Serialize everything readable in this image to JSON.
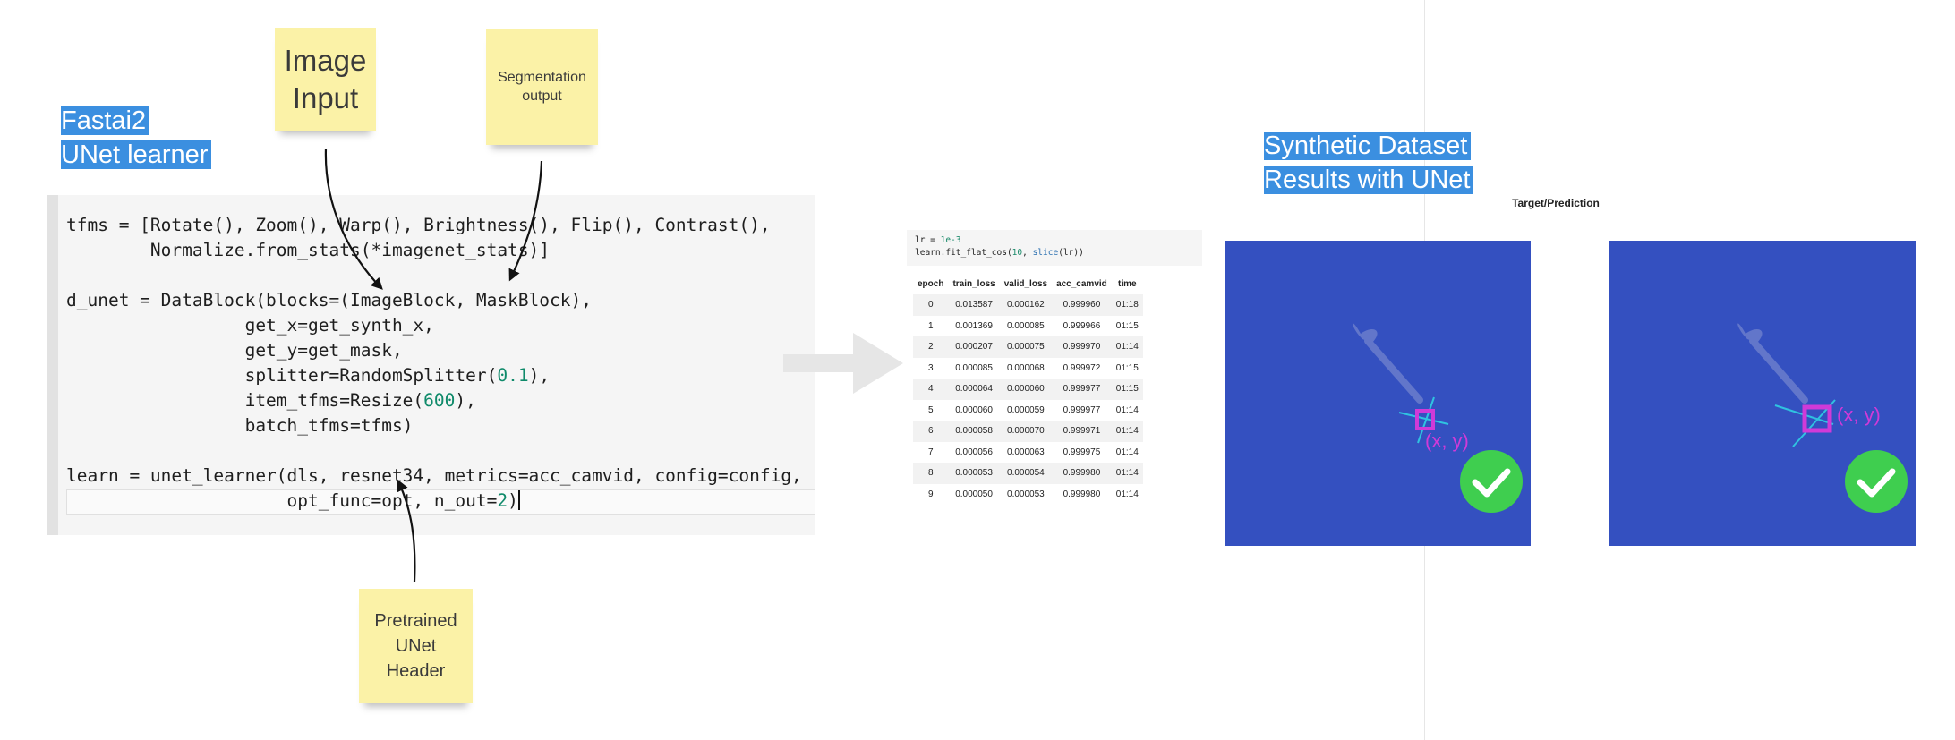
{
  "titles": {
    "left_line1": "Fastai2",
    "left_line2": "UNet learner",
    "right_line1": "Synthetic Dataset",
    "right_line2": "Results with UNet"
  },
  "stickies": {
    "image_input": "Image\nInput",
    "segmentation_output": "Segmentation\noutput",
    "pretrained_header": "Pretrained\nUNet\nHeader"
  },
  "code": {
    "line1": "tfms = [Rotate(), Zoom(), Warp(), Brightness(), Flip(), Contrast(),",
    "line2": "        Normalize.from_stats(*imagenet_stats)]",
    "line3": "d_unet = DataBlock(blocks=(ImageBlock, MaskBlock),",
    "line4": "                 get_x=get_synth_x,",
    "line5": "                 get_y=get_mask,",
    "line6a": "                 splitter=RandomSplitter(",
    "line6num": "0.1",
    "line6b": "),",
    "line7a": "                 item_tfms=Resize(",
    "line7num": "600",
    "line7b": "),",
    "line8": "                 batch_tfms=tfms)",
    "line9": "learn = unet_learner(dls, resnet34, metrics=acc_camvid, config=config,",
    "line10a": "                     opt_func=opt, n_out=",
    "line10num": "2",
    "line10b": ")"
  },
  "notebook": {
    "line1a": "lr = ",
    "line1num": "1e-3",
    "line2a": "learn.fit_flat_cos(",
    "line2num": "10",
    "line2b": ", ",
    "line2fn": "slice",
    "line2c": "(lr))",
    "headers": [
      "epoch",
      "train_loss",
      "valid_loss",
      "acc_camvid",
      "time"
    ],
    "rows": [
      [
        "0",
        "0.013587",
        "0.000162",
        "0.999960",
        "01:18"
      ],
      [
        "1",
        "0.001369",
        "0.000085",
        "0.999966",
        "01:15"
      ],
      [
        "2",
        "0.000207",
        "0.000075",
        "0.999970",
        "01:14"
      ],
      [
        "3",
        "0.000085",
        "0.000068",
        "0.999972",
        "01:15"
      ],
      [
        "4",
        "0.000064",
        "0.000060",
        "0.999977",
        "01:15"
      ],
      [
        "5",
        "0.000060",
        "0.000059",
        "0.999977",
        "01:14"
      ],
      [
        "6",
        "0.000058",
        "0.000070",
        "0.999971",
        "01:14"
      ],
      [
        "7",
        "0.000056",
        "0.000063",
        "0.999975",
        "01:14"
      ],
      [
        "8",
        "0.000053",
        "0.000054",
        "0.999980",
        "01:14"
      ],
      [
        "9",
        "0.000050",
        "0.000053",
        "0.999980",
        "01:14"
      ]
    ]
  },
  "figure": {
    "title": "Target/Prediction",
    "target_label": "(x, y)",
    "prediction_label": "(x, y)"
  },
  "colors": {
    "selection": "#3b8fe0",
    "sticky": "#fbf2a7",
    "panel_bg": "#3450c0",
    "marker": "#d03ad8",
    "check": "#3fce4f"
  },
  "icons": [
    "dart-icon",
    "checkmark-icon",
    "arrow-right-icon"
  ]
}
